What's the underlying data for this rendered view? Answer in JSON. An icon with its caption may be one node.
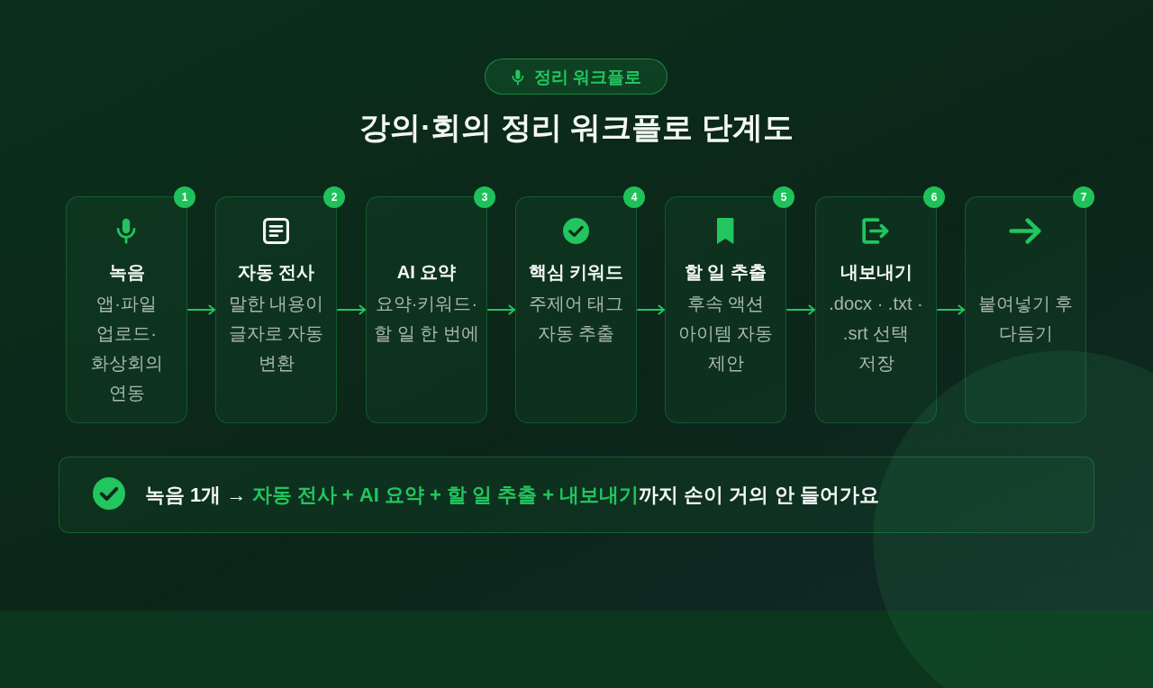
{
  "diagram": {
    "title": "강의·회의 정리 워크플로 단계도",
    "nodes": [
      {
        "text": [
          "정리 워크플로"
        ]
      },
      {
        "text": [
          "1",
          "녹음",
          "앱·파일 업로드·화상회의 연동"
        ]
      },
      {
        "text": [
          "2",
          "자동 전사",
          "말한 내용이 글자로 자동 변환"
        ]
      },
      {
        "text": [
          "3",
          "AI 요약",
          "요약·키워드·할 일 한 번에"
        ]
      },
      {
        "text": [
          "4",
          "핵심 키워드",
          "주제어 태그 자동 추출"
        ]
      },
      {
        "text": [
          "5",
          "할 일 추출",
          "후속 액션 아이템 자동 제안"
        ]
      },
      {
        "text": [
          "6",
          "내보내기",
          ".docx · .txt · .srt 선택 저장"
        ]
      },
      {
        "text": [
          "7",
          "붙여넣기 후 다듬기"
        ]
      },
      {
        "text": [
          "녹음 1개 → **자동 전사 + AI 요약 + 할 일 추출 + 내보내기**까지 손이 거의 안 들어가요"
        ]
      }
    ],
    "edges": [
      {
        "from": 1,
        "to": 2,
        "arrow": "to"
      },
      {
        "from": 2,
        "to": 3,
        "arrow": "to"
      },
      {
        "from": 3,
        "to": 4,
        "arrow": "to"
      },
      {
        "from": 4,
        "to": 5,
        "arrow": "to"
      },
      {
        "from": 5,
        "to": 6,
        "arrow": "to"
      },
      {
        "from": 6,
        "to": 7,
        "arrow": "to"
      }
    ]
  }
}
